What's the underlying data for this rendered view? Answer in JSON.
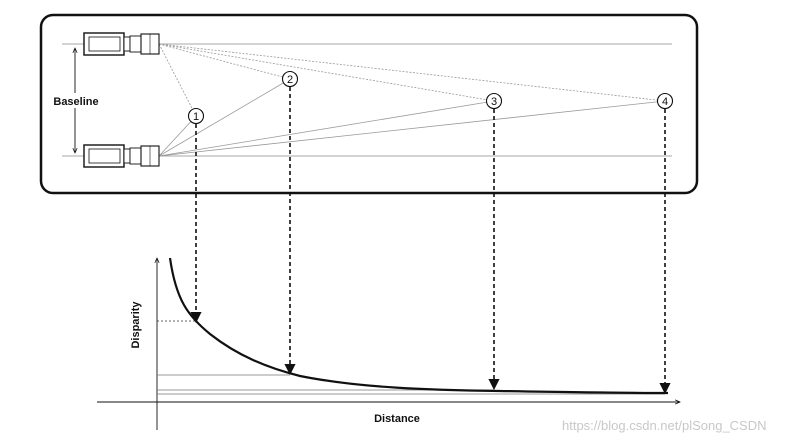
{
  "labels": {
    "baseline": "Baseline",
    "disparity": "Disparity",
    "distance": "Distance"
  },
  "points": [
    {
      "label": "1"
    },
    {
      "label": "2"
    },
    {
      "label": "3"
    },
    {
      "label": "4"
    }
  ],
  "watermark": "https://blog.csdn.net/plSong_CSDN",
  "colors": {
    "stroke": "#111111",
    "ray": "#9a9a9a",
    "line": "#8a8a8a",
    "watermark": "#c8c8c8"
  }
}
